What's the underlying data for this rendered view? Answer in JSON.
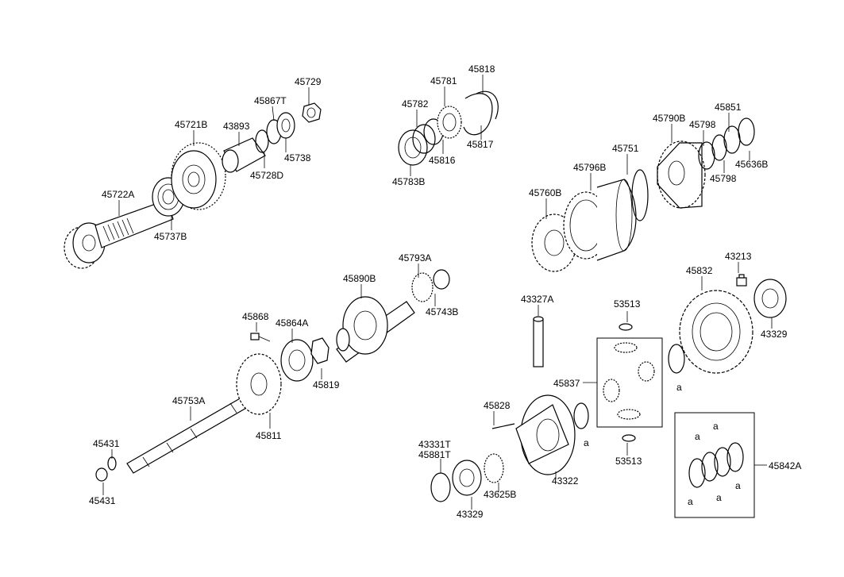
{
  "colors": {
    "line": "#000000",
    "fill": "#ffffff",
    "shade": "#d9d9d9"
  },
  "labels": {
    "p45729": "45729",
    "p45867T": "45867T",
    "p45721B": "45721B",
    "p43893": "43893",
    "p45738": "45738",
    "p45728D": "45728D",
    "p45722A": "45722A",
    "p45737B": "45737B",
    "p45818": "45818",
    "p45781": "45781",
    "p45782": "45782",
    "p45817": "45817",
    "p45816": "45816",
    "p45783B": "45783B",
    "p45851": "45851",
    "p45790B": "45790B",
    "p45798a": "45798",
    "p45798b": "45798",
    "p45636B": "45636B",
    "p45751": "45751",
    "p45796B": "45796B",
    "p45760B": "45760B",
    "p45793A": "45793A",
    "p45890B": "45890B",
    "p45743B": "45743B",
    "p45868": "45868",
    "p45864A": "45864A",
    "p45819": "45819",
    "p45753A": "45753A",
    "p45811": "45811",
    "p45431a": "45431",
    "p45431b": "45431",
    "p43213": "43213",
    "p45832": "45832",
    "p43329a": "43329",
    "p43327A": "43327A",
    "p53513a": "53513",
    "p53513b": "53513",
    "p45837": "45837",
    "p45828": "45828",
    "p43331T": "43331T",
    "p45881T": "45881T",
    "p43625B": "43625B",
    "p43322": "43322",
    "p43329b": "43329",
    "p45842A": "45842A",
    "a1": "a",
    "a2": "a",
    "a3": "a",
    "a4": "a",
    "a5": "a",
    "a6": "a",
    "a7": "a"
  }
}
